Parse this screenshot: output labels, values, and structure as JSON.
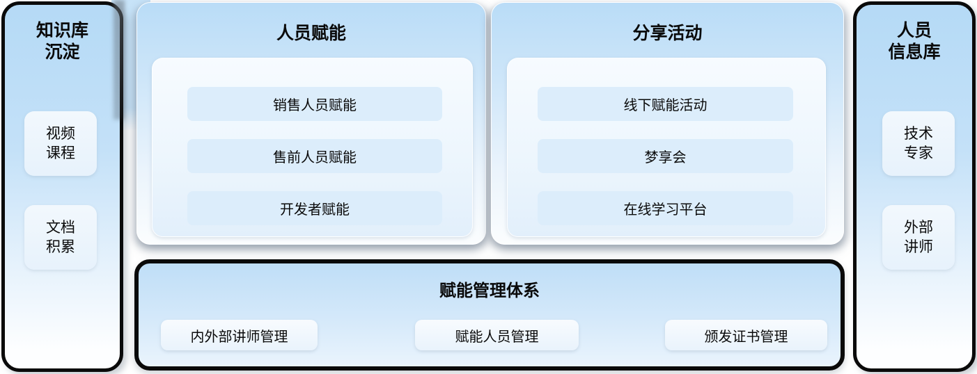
{
  "colors": {
    "panel_blue_top": "#B9DCF7",
    "inner_panel_light": "#EDF6FD",
    "item_blue": "#DCEDFB",
    "item_light": "#F2F8FD",
    "border_black": "#0A0A0A",
    "text": "#0A0A0A"
  },
  "knowledge_column": {
    "title_lines": [
      "知识库",
      "沉淀"
    ],
    "items": [
      {
        "lines": [
          "视频",
          "课程"
        ]
      },
      {
        "lines": [
          "文档",
          "积累"
        ]
      }
    ]
  },
  "enablement_panel": {
    "title": "人员赋能",
    "items": [
      "销售人员赋能",
      "售前人员赋能",
      "开发者赋能"
    ]
  },
  "sharing_panel": {
    "title": "分享活动",
    "items": [
      "线下赋能活动",
      "梦享会",
      "在线学习平台"
    ]
  },
  "management_panel": {
    "title": "赋能管理体系",
    "items": [
      "内外部讲师管理",
      "赋能人员管理",
      "颁发证书管理"
    ]
  },
  "personnel_column": {
    "title_lines": [
      "人员",
      "信息库"
    ],
    "items": [
      {
        "lines": [
          "技术",
          "专家"
        ]
      },
      {
        "lines": [
          "外部",
          "讲师"
        ]
      }
    ]
  }
}
